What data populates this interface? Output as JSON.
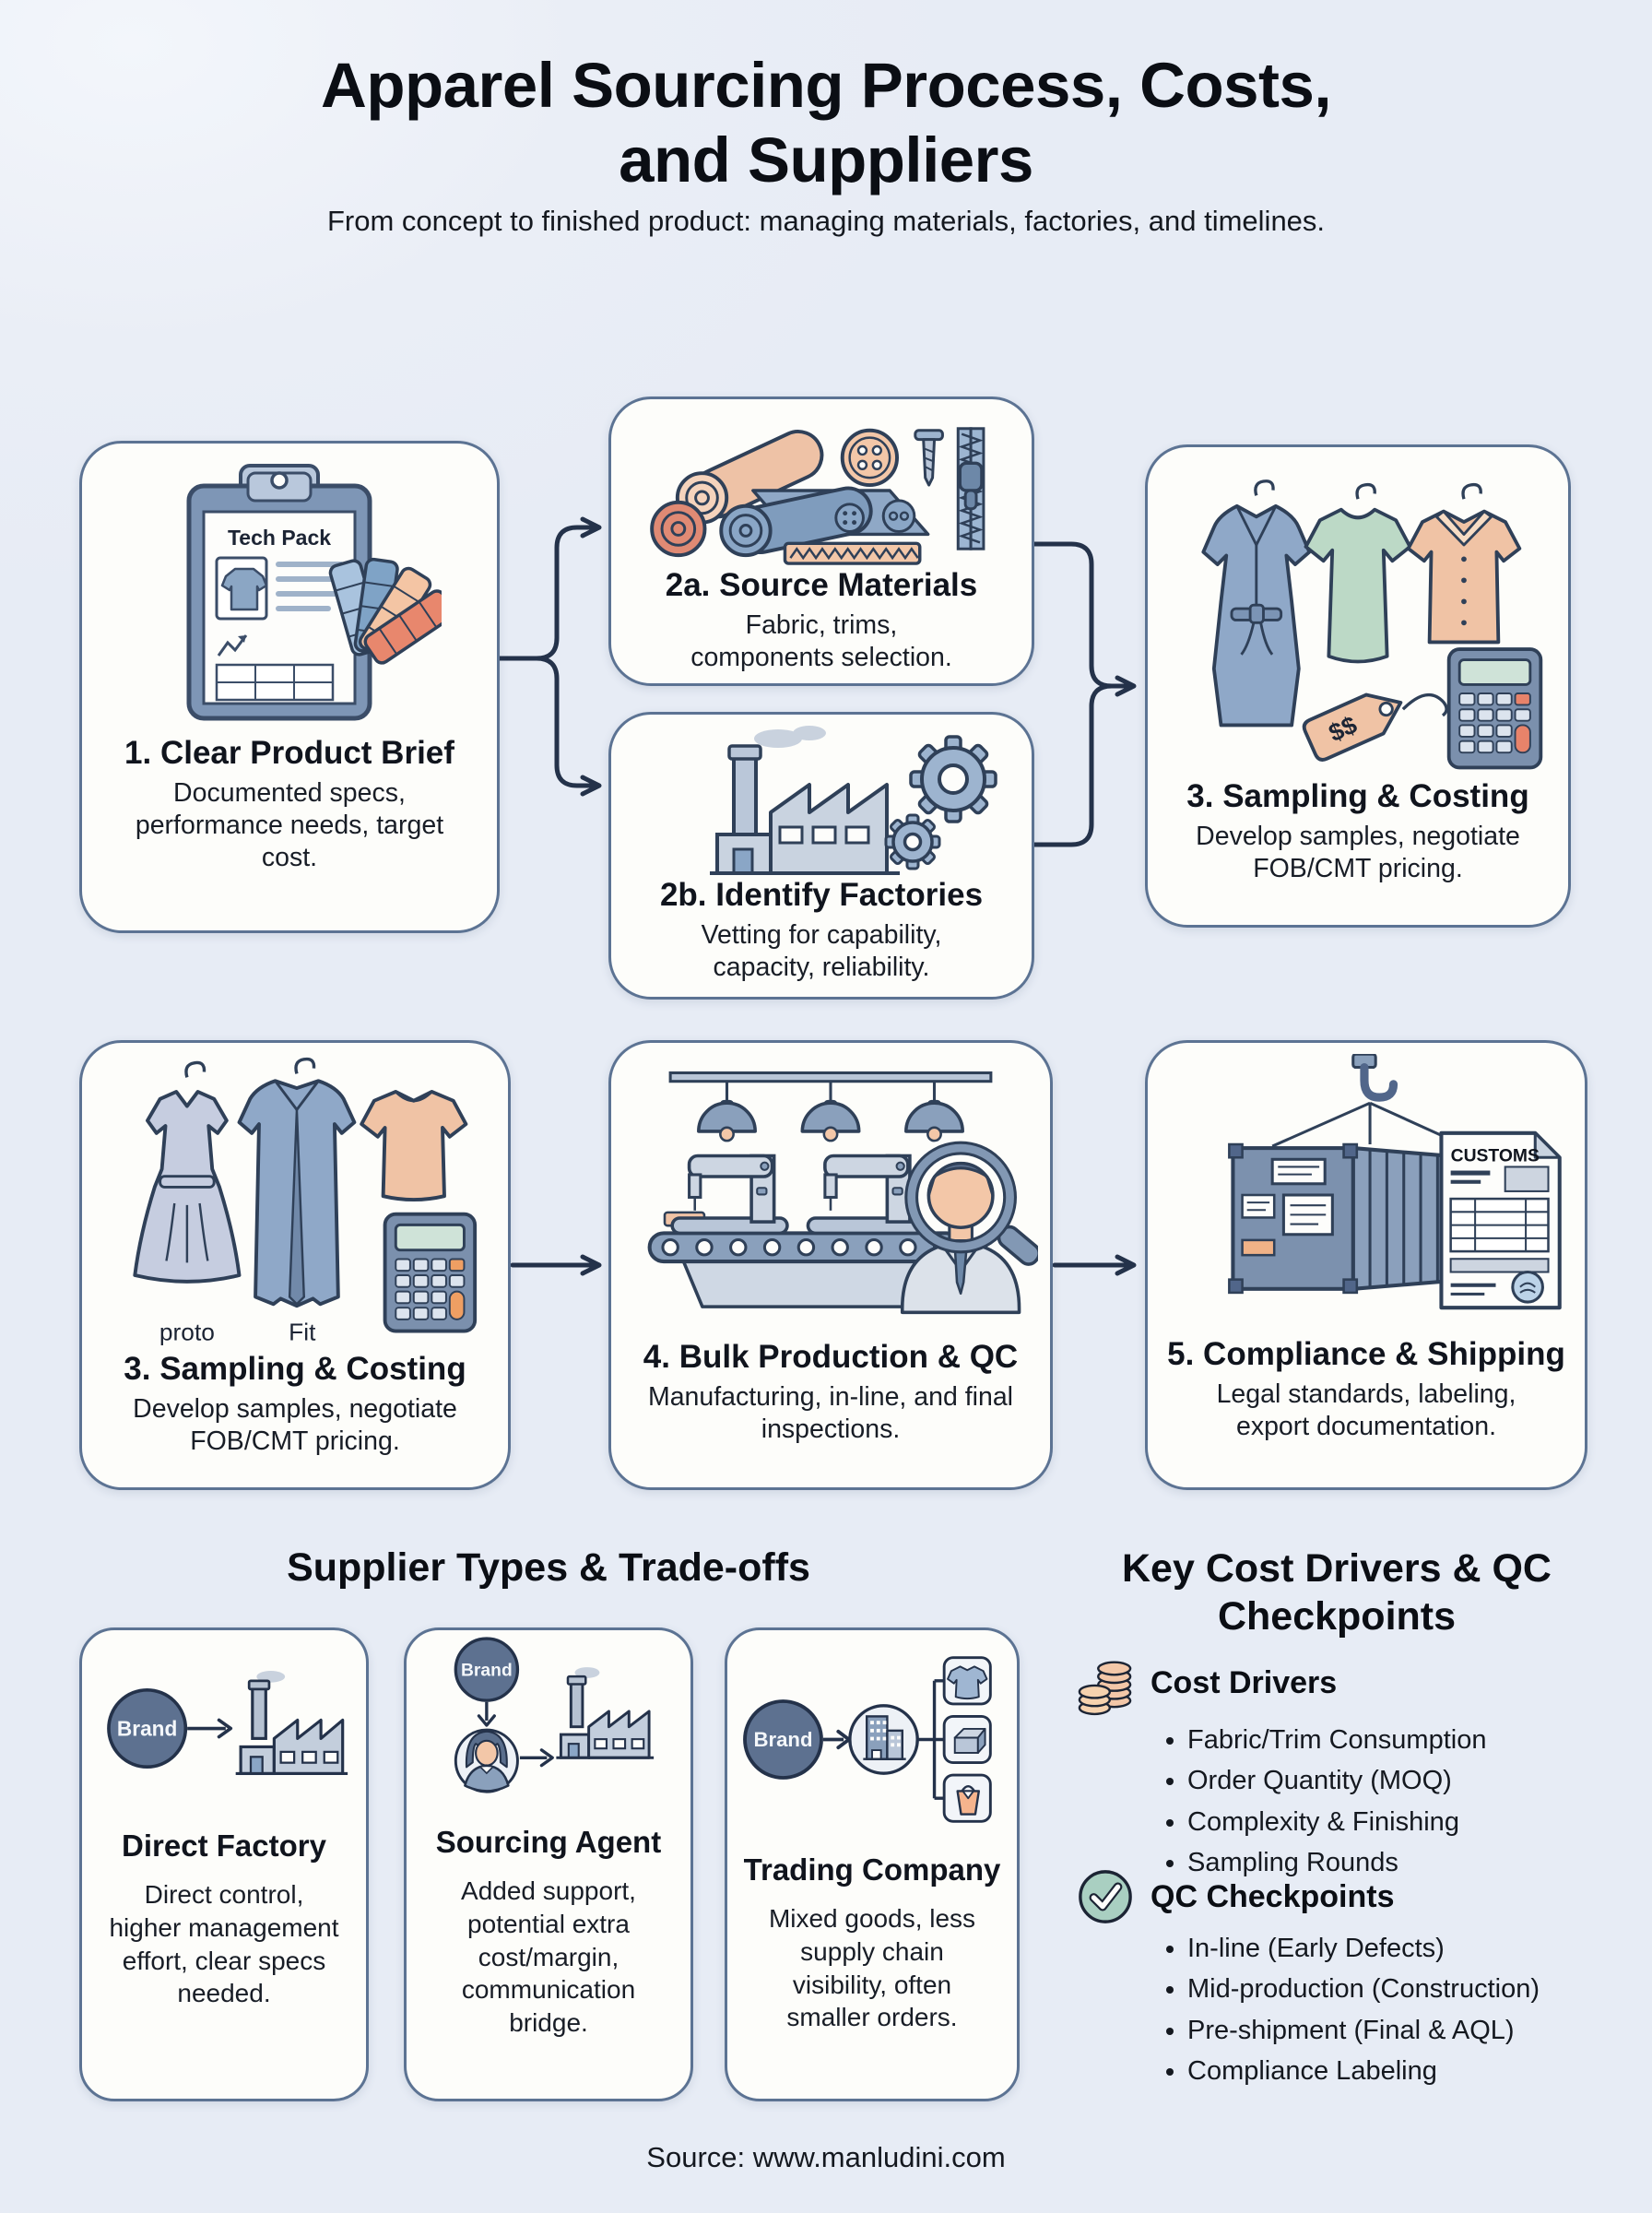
{
  "title": "Apparel Sourcing Process, Costs, and Suppliers",
  "subtitle": "From concept to finished product: managing materials, factories, and timelines.",
  "flow": {
    "step1": {
      "title": "1. Clear Product Brief",
      "desc": "Documented specs, performance needs, target cost.",
      "icon_label": "Tech Pack"
    },
    "step2a": {
      "title": "2a. Source Materials",
      "desc": "Fabric, trims, components selection."
    },
    "step2b": {
      "title": "2b. Identify Factories",
      "desc": "Vetting for capability, capacity, reliability."
    },
    "step3": {
      "title": "3. Sampling & Costing",
      "desc": "Develop samples, negotiate FOB/CMT pricing.",
      "tag_symbol": "$$"
    },
    "step3b": {
      "title": "3. Sampling & Costing",
      "desc": "Develop samples, negotiate FOB/CMT pricing.",
      "labels": {
        "proto": "proto",
        "fit": "Fit"
      }
    },
    "step4": {
      "title": "4. Bulk Production & QC",
      "desc": "Manufacturing, in-line, and final inspections."
    },
    "step5": {
      "title": "5. Compliance & Shipping",
      "desc": "Legal standards, labeling, export documentation.",
      "doc_label": "CUSTOMS"
    }
  },
  "suppliers": {
    "heading": "Supplier Types & Trade-offs",
    "brand_label": "Brand",
    "items": [
      {
        "title": "Direct Factory",
        "desc": "Direct control, higher management effort, clear specs needed."
      },
      {
        "title": "Sourcing Agent",
        "desc": "Added support, potential extra cost/margin, communication bridge."
      },
      {
        "title": "Trading Company",
        "desc": "Mixed goods, less supply chain visibility, often smaller orders."
      }
    ]
  },
  "key_panel": {
    "heading": "Key Cost Drivers & QC Checkpoints",
    "cost_drivers": {
      "title": "Cost Drivers",
      "items": [
        "Fabric/Trim Consumption",
        "Order Quantity (MOQ)",
        "Complexity & Finishing",
        "Sampling Rounds"
      ]
    },
    "qc_checkpoints": {
      "title": "QC Checkpoints",
      "items": [
        "In-line (Early Defects)",
        "Mid-production (Construction)",
        "Pre-shipment (Final & AQL)",
        "Compliance Labeling"
      ]
    }
  },
  "footer": {
    "source": "Source: www.manludini.com"
  },
  "colors": {
    "page_bg": "#eaeef6",
    "card_bg": "#fdfdfa",
    "card_border": "#5c7393",
    "arrow": "#24324a",
    "brand_circle": "#5d7190",
    "check_green": "#a9cfc1",
    "coin": "#f3c7a8",
    "accent_orange": "#e8836a",
    "slate_icon": "#8fa8c8",
    "peach_icon": "#f0c3a5",
    "green_icon": "#bcd9c6"
  }
}
